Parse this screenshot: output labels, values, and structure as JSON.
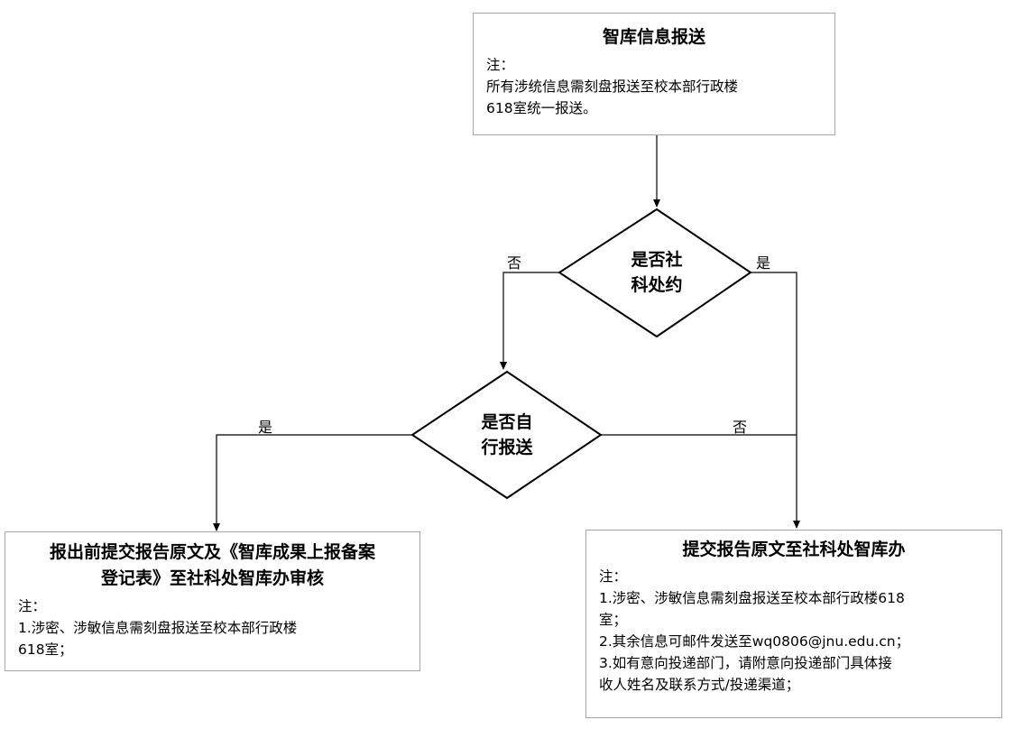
{
  "top_box": {
    "title": "智库信息报送",
    "note_label": "注：",
    "note_lines": [
      "所有涉统信息需刻盘报送至校本部行政楼",
      "618室统一报送。"
    ]
  },
  "decision1": {
    "lines": [
      "是否社",
      "科处约"
    ]
  },
  "decision2": {
    "lines": [
      "是否自",
      "行报送"
    ]
  },
  "edges": {
    "d1_no": "否",
    "d1_yes": "是",
    "d2_yes": "是",
    "d2_no": "否"
  },
  "left_box": {
    "title_lines": [
      "报出前提交报告原文及《智库成果上报备案",
      "登记表》至社科处智库办审核"
    ],
    "note_label": "注：",
    "note_lines": [
      "1.涉密、涉敏信息需刻盘报送至校本部行政楼",
      "618室；"
    ]
  },
  "right_box": {
    "title": "提交报告原文至社科处智库办",
    "note_label": "注：",
    "note_lines": [
      "1.涉密、涉敏信息需刻盘报送至校本部行政楼618",
      "室；",
      "2.其余信息可邮件发送至wq0806@jnu.edu.cn；",
      "3.如有意向投递部门，请附意向投递部门具体接",
      "收人姓名及联系方式/投递渠道；"
    ]
  }
}
